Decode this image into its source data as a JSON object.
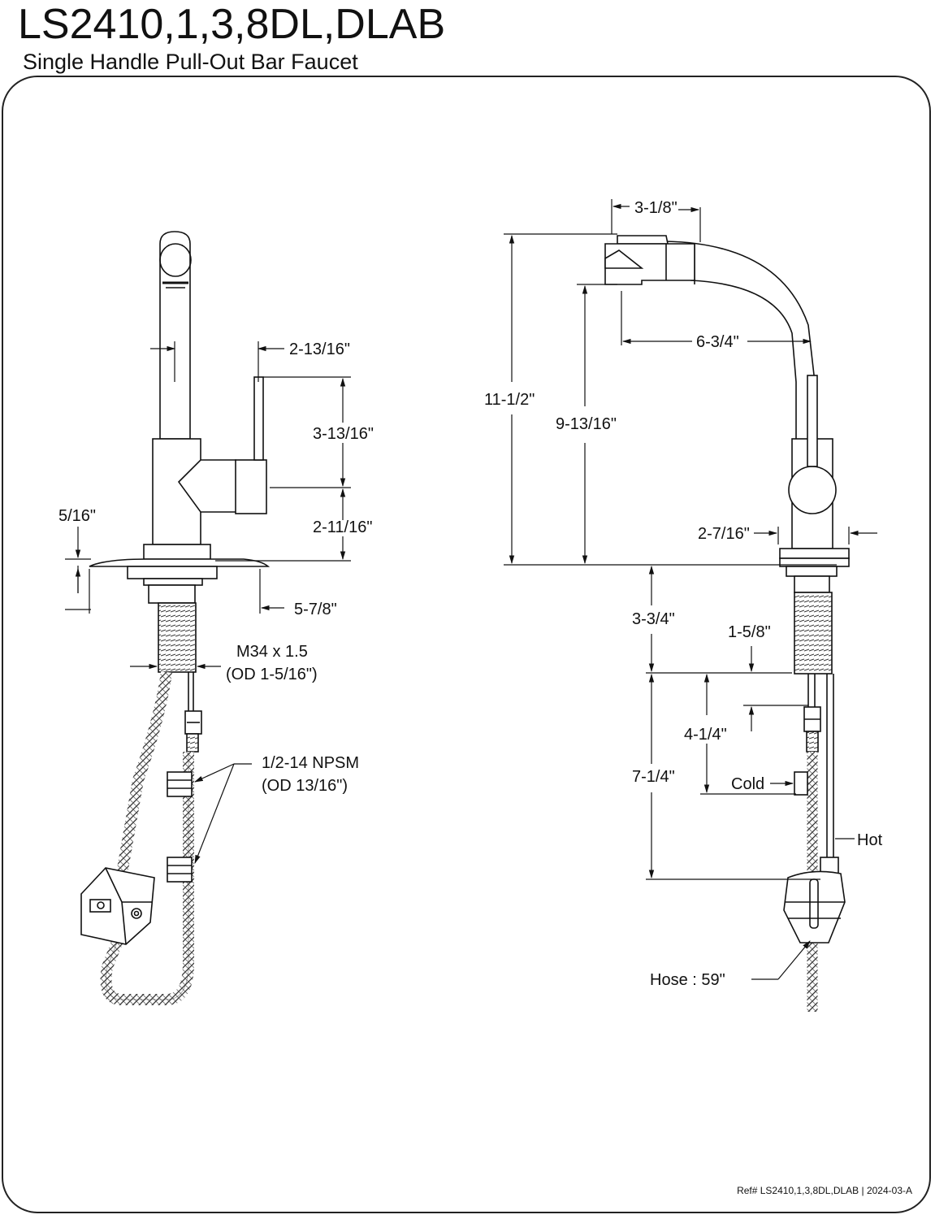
{
  "header": {
    "model": "LS2410,1,3,8DL,DLAB",
    "description": "Single Handle Pull-Out Bar Faucet"
  },
  "dimensions": {
    "handle_offset": "2-13/16\"",
    "lever_length": "3-13/16\"",
    "handle_height": "2-11/16\"",
    "plate_thickness": "5/16\"",
    "plate_width": "5-7/8\"",
    "spout_tip": "3-1/8\"",
    "overall_height": "11-1/2\"",
    "spout_clearance": "9-13/16\"",
    "spout_reach": "6-3/4\"",
    "base_diameter": "2-7/16\"",
    "shank_length": "3-3/4\"",
    "supply_offset": "1-5/8\"",
    "cold_drop": "4-1/4\"",
    "hose_drop": "7-1/4\""
  },
  "thread_main": {
    "line1": "M34 x 1.5",
    "line2": "(OD 1-5/16\")"
  },
  "thread_supply": {
    "line1": "1/2-14 NPSM",
    "line2": "(OD 13/16\")"
  },
  "labels": {
    "cold": "Cold",
    "hot": "Hot",
    "hose": "Hose : 59\""
  },
  "footer": {
    "ref": "Ref# LS2410,1,3,8DL,DLAB | 2024-03-A"
  }
}
